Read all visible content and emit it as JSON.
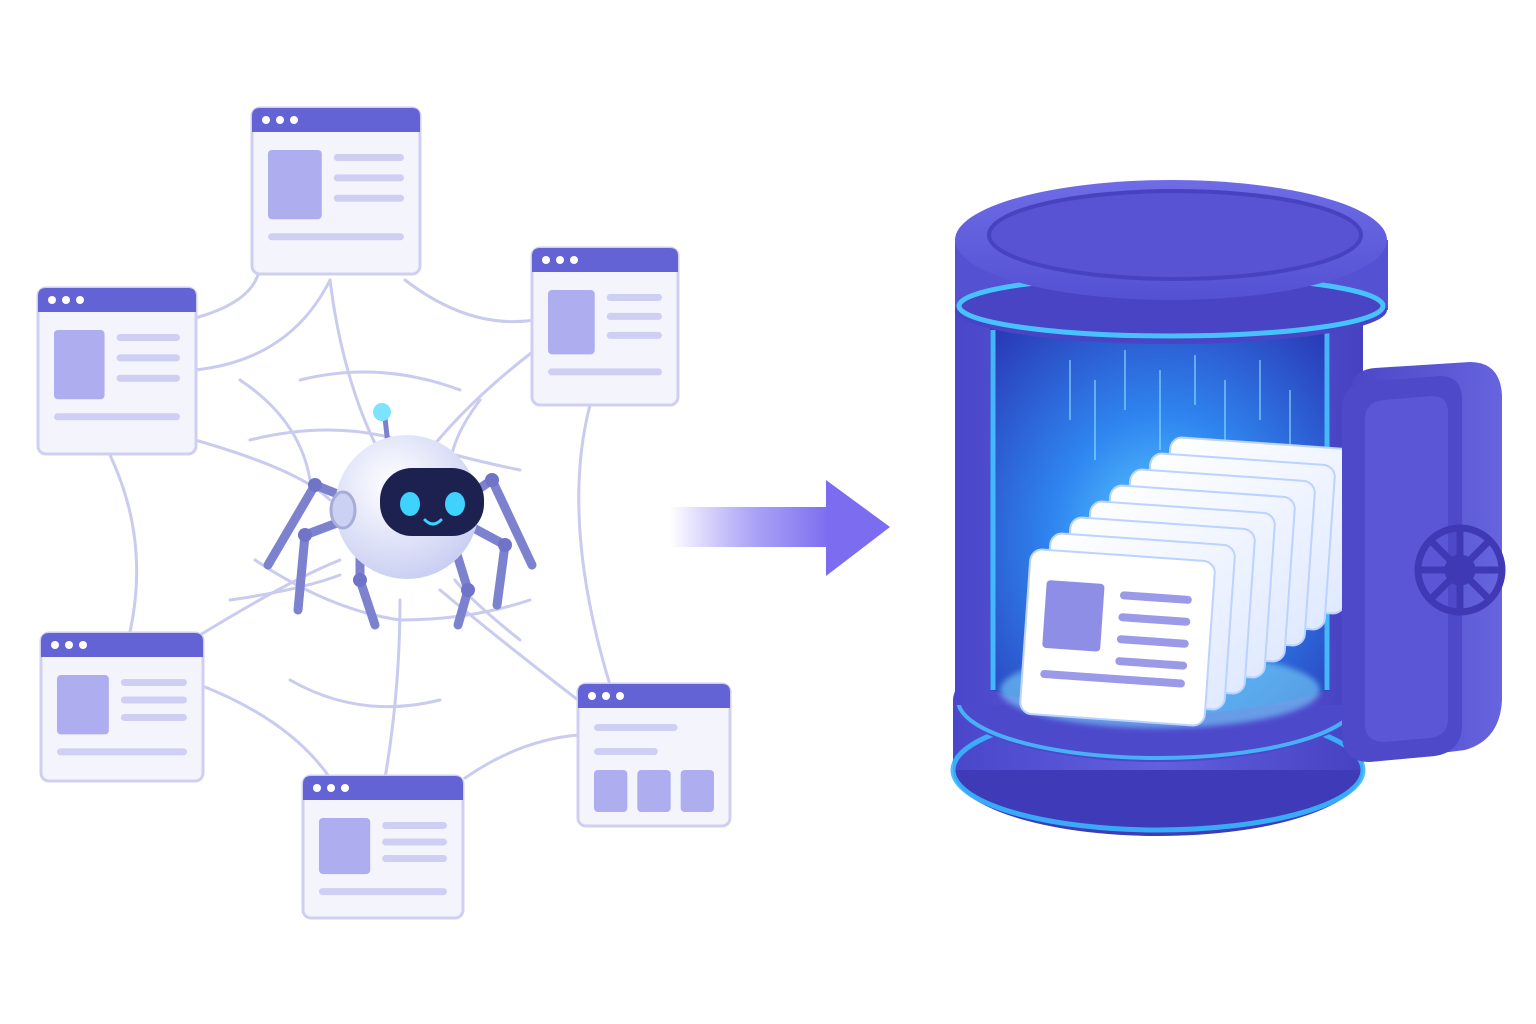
{
  "colors": {
    "background": "#ffffff",
    "browser_header": "#6363d6",
    "browser_body": "#f4f4fc",
    "browser_border": "#cfcff2",
    "placeholder_block": "#adadf0",
    "placeholder_line": "#cfcff4",
    "web_strand": "#c9ccef",
    "arrow": "#7b6cf0",
    "vault_body": "#5c58d8",
    "vault_dark": "#3f3ab8",
    "vault_glow": "#39b7ff",
    "robot_shell": "#e9ecfb",
    "robot_visor": "#1c2150",
    "robot_eyes": "#3fd2ff"
  },
  "icons": [
    "browser-window-icon",
    "web-strand-icon",
    "spider-robot-icon",
    "arrow-right-icon",
    "vault-cylinder-icon",
    "document-card-icon",
    "vault-door-icon",
    "dial-wheel-icon"
  ],
  "browser_layouts": [
    "media-left",
    "media-left",
    "media-left",
    "media-left",
    "media-left",
    "tiles-grid"
  ]
}
